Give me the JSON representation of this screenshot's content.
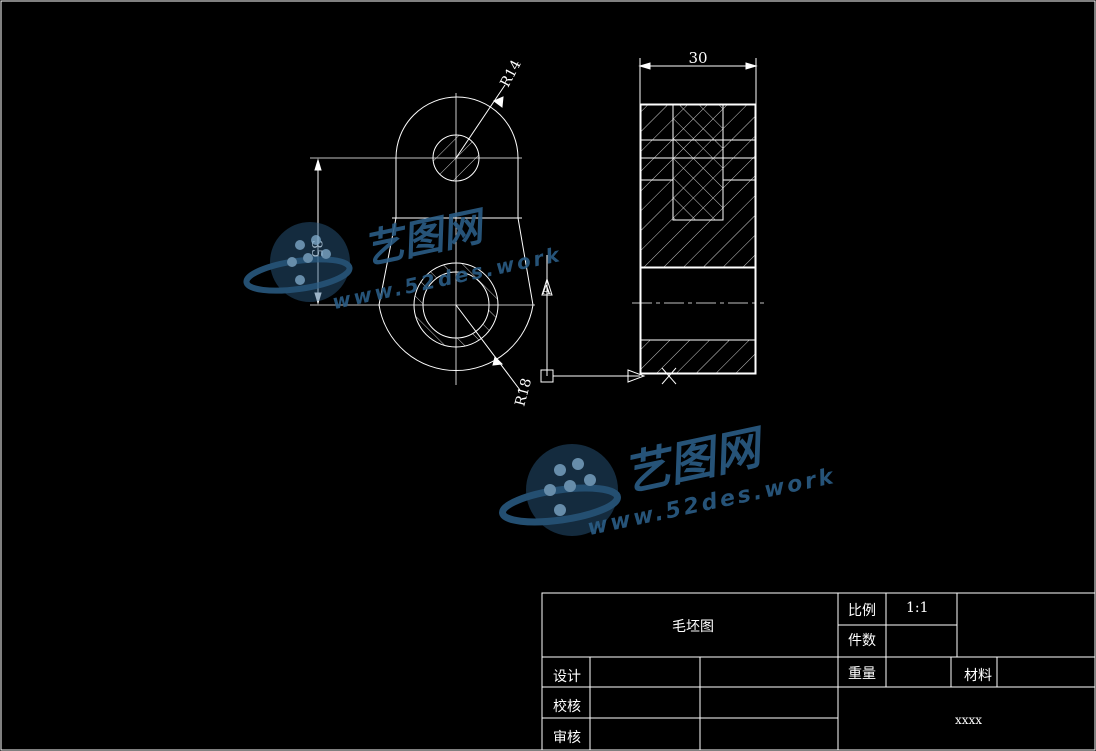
{
  "drawing": {
    "dimensions": {
      "width_label": "30",
      "radius_top": "R14",
      "radius_bottom": "R18",
      "center_distance": "35"
    },
    "view_marker": "A"
  },
  "title_block": {
    "drawing_title": "毛坯图",
    "scale_label": "比例",
    "scale_value": "1:1",
    "quantity_label": "件数",
    "weight_label": "重量",
    "material_label": "材料",
    "design_label": "设计",
    "check_label": "校核",
    "review_label": "审核",
    "organization": "xxxx"
  },
  "watermark": {
    "brand": "艺图网",
    "url": "www.52des.work",
    "color": "#2b5d85"
  },
  "colors": {
    "background": "#000000",
    "lines": "#ffffff"
  }
}
